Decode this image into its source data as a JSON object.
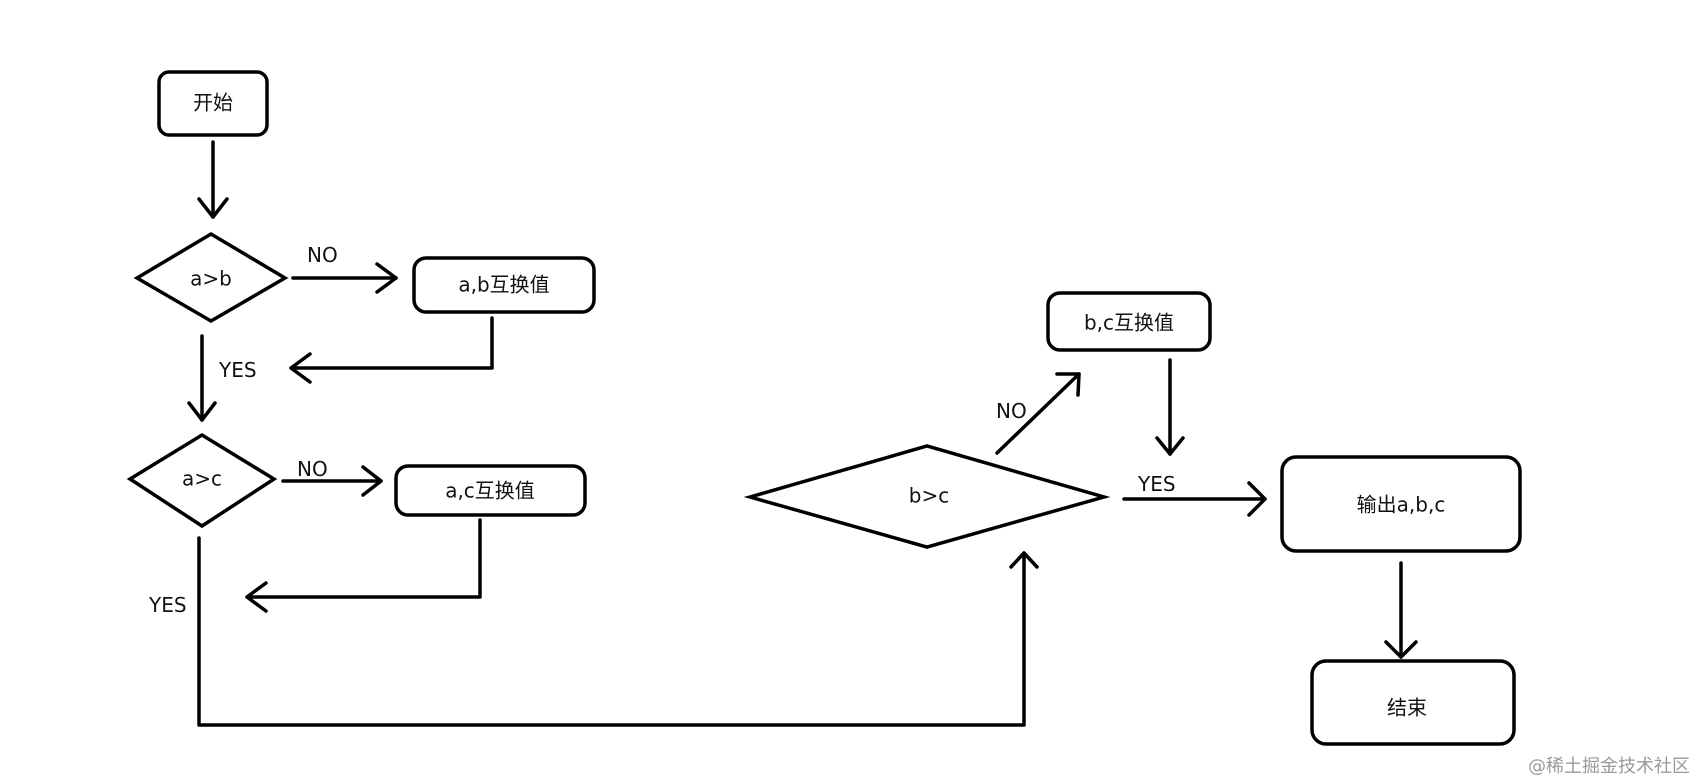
{
  "nodes": {
    "start": "开始",
    "cond_ab": "a>b",
    "swap_ab": "a,b互换值",
    "cond_ac": "a>c",
    "swap_ac": "a,c互换值",
    "cond_bc": "b>c",
    "swap_bc": "b,c互换值",
    "output": "输出a,b,c",
    "end": "结束"
  },
  "labels": {
    "ab_no": "NO",
    "ab_yes": "YES",
    "ac_no": "NO",
    "ac_yes": "YES",
    "bc_no": "NO",
    "bc_yes": "YES"
  },
  "watermark": "@稀土掘金技术社区"
}
